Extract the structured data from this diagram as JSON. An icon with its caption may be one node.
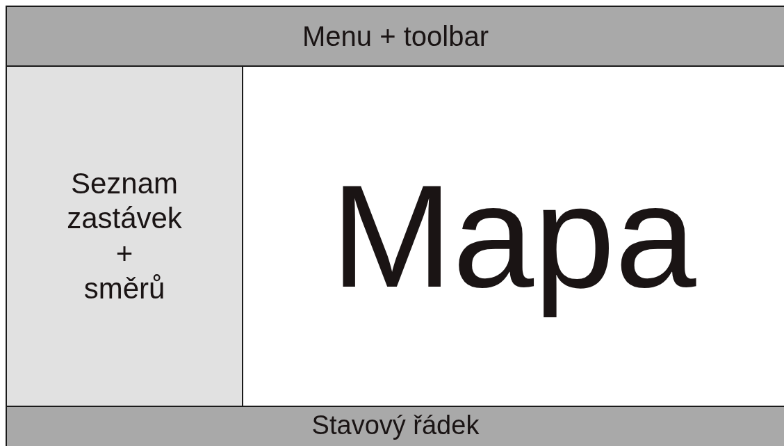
{
  "diagram": {
    "nodes": [
      {
        "text": [
          "Menu + toolbar"
        ]
      },
      {
        "text": [
          "Seznam zastávek + směrů"
        ]
      },
      {
        "text": [
          "Mapa"
        ]
      },
      {
        "text": [
          "Stavový řádek"
        ]
      }
    ]
  }
}
